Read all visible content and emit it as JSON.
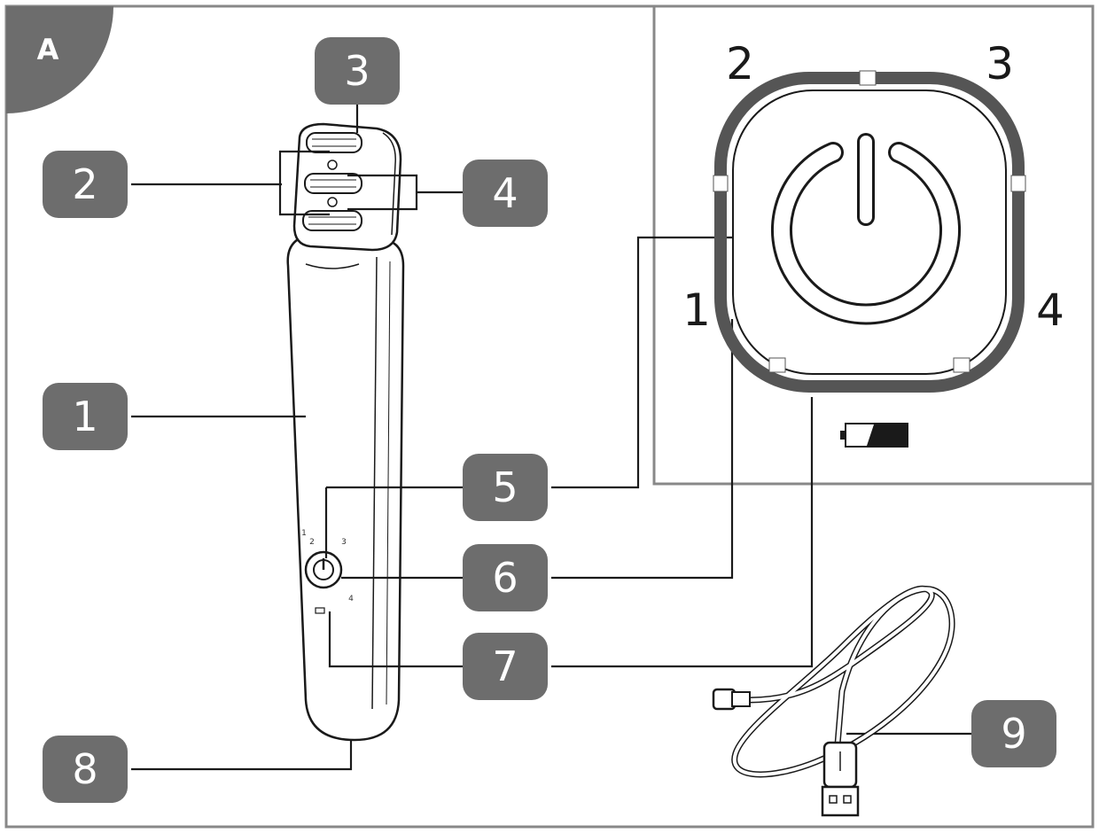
{
  "figure": {
    "corner_label": "A",
    "callouts": [
      "1",
      "2",
      "3",
      "4",
      "5",
      "6",
      "7",
      "8",
      "9"
    ],
    "detail_levels": [
      "1",
      "2",
      "3",
      "4"
    ],
    "button_levels": [
      "1",
      "2",
      "3",
      "4"
    ],
    "colors": {
      "badge": "#6d6d6d",
      "line": "#1a1a1a",
      "panel_border": "#888888",
      "ring": "#555555"
    },
    "icons": [
      "device-body",
      "power-button-icon",
      "battery-icon",
      "usb-cable"
    ]
  }
}
